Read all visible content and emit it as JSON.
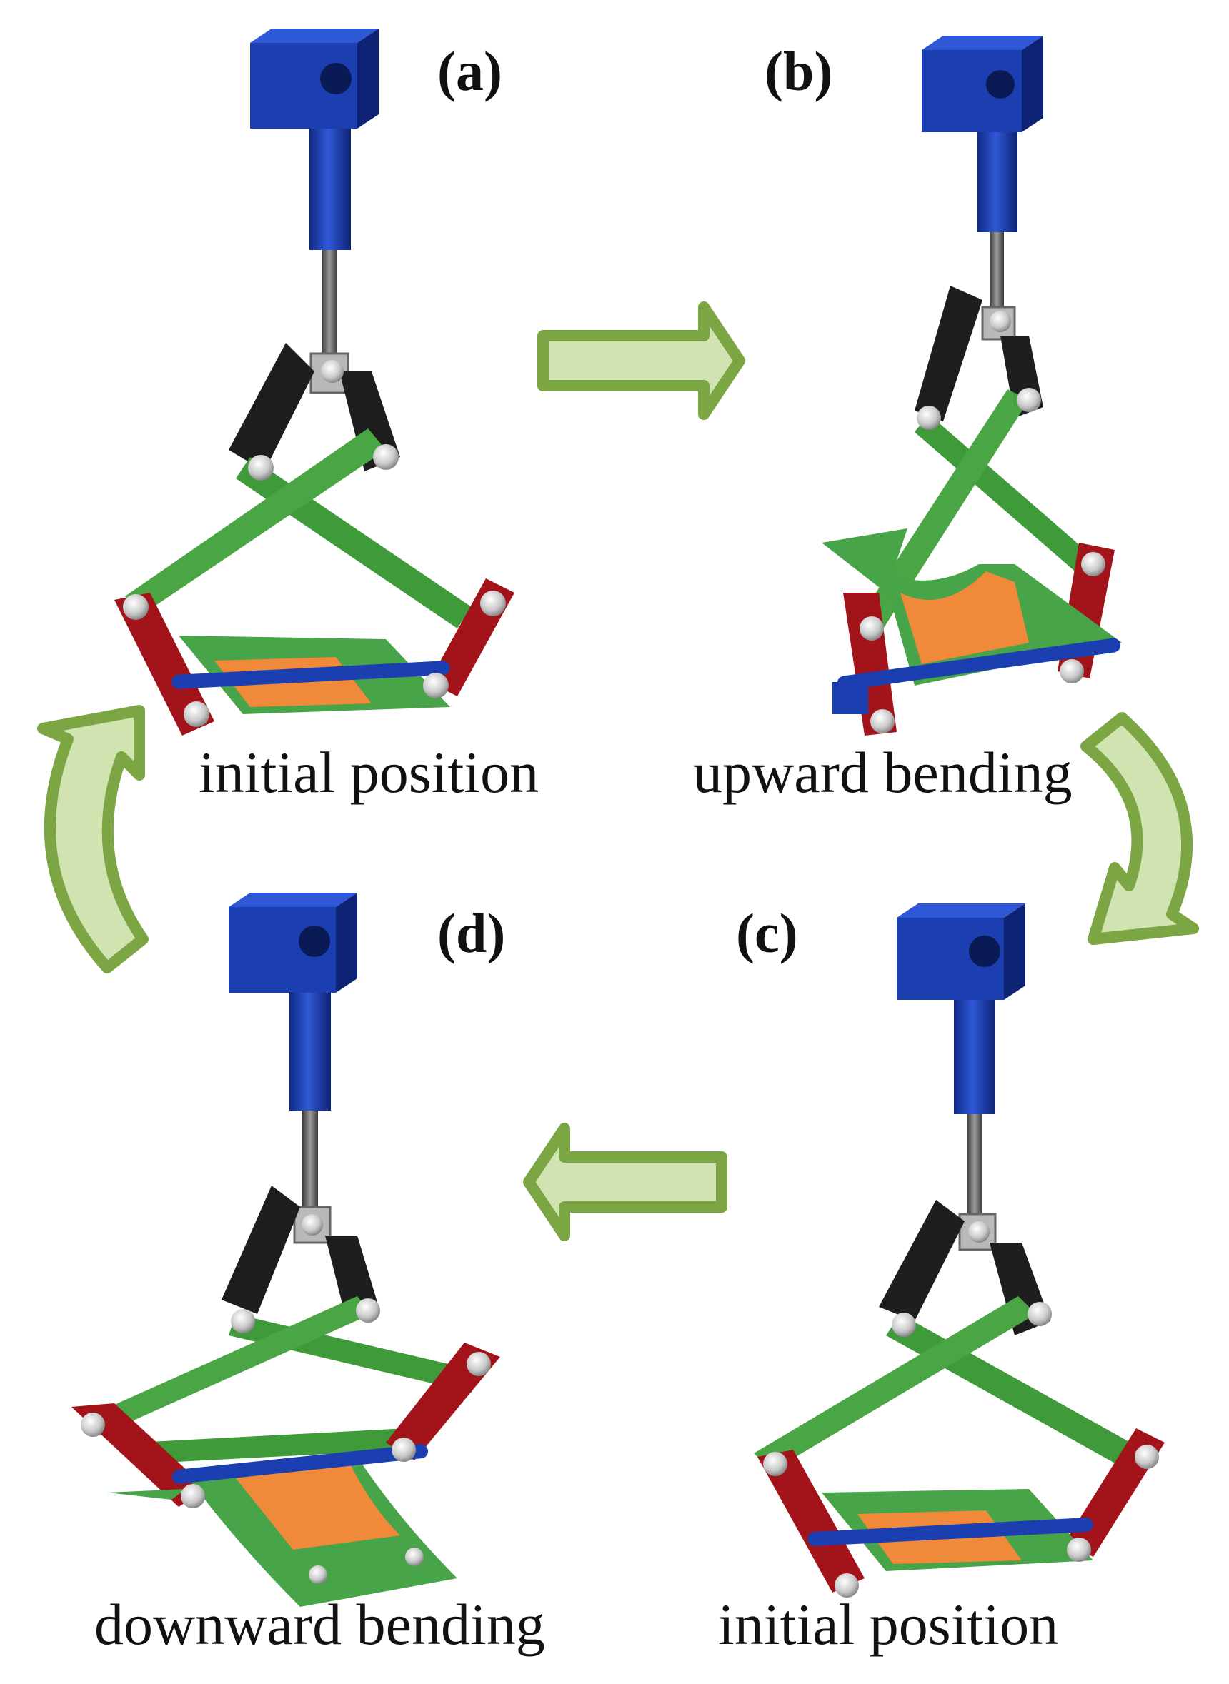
{
  "panels": {
    "a": {
      "label": "(a)",
      "caption": "initial position"
    },
    "b": {
      "label": "(b)",
      "caption": "upward bending"
    },
    "c": {
      "label": "(c)",
      "caption": "initial position"
    },
    "d": {
      "label": "(d)",
      "caption": "downward bending"
    }
  },
  "colors": {
    "mount": "#1b3fb0",
    "rod": "#6c6c6c",
    "joint": "#1e1e1e",
    "green_link": "#3f9a3a",
    "red_link": "#a3141a",
    "plate": "#48a448",
    "pad": "#f08a3a",
    "arrow_fill": "#d2e3b2",
    "arrow_stroke": "#7ca543"
  },
  "plate_state": {
    "a": "flat",
    "b": "up",
    "c": "flat",
    "d": "down"
  }
}
